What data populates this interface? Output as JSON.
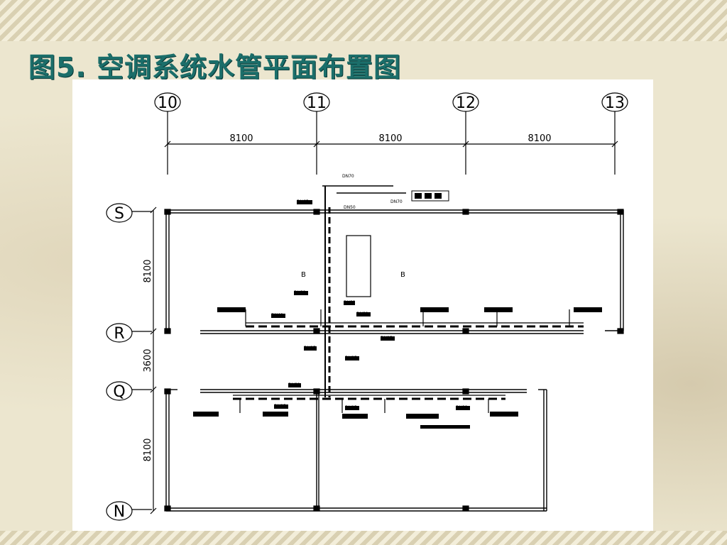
{
  "slide": {
    "title": "图5. 空调系统水管平面布置图"
  },
  "drawing": {
    "column_axes": [
      "10",
      "11",
      "12",
      "13"
    ],
    "row_axes": [
      "S",
      "R",
      "Q",
      "N"
    ],
    "horizontal_dims": [
      "8100",
      "8100",
      "8100"
    ],
    "vertical_dims": [
      "8100",
      "3600",
      "8100"
    ],
    "section_marks": [
      "B",
      "B"
    ],
    "labels": {
      "riser_top": "DN70",
      "pipe_a": "DN65",
      "pipe_b": "DN70",
      "pipe_c": "DN50",
      "pipe_d": "DN32",
      "pipe_e": "DN32",
      "pipe_f": "DN40",
      "pipe_g": "DN32",
      "pipe_h": "DN25",
      "pipe_i": "DN25",
      "pipe_j": "DN25",
      "pipe_k": "DN32",
      "pipe_l": "DN25",
      "pipe_m": "DN25",
      "pipe_n": "DN32"
    }
  }
}
